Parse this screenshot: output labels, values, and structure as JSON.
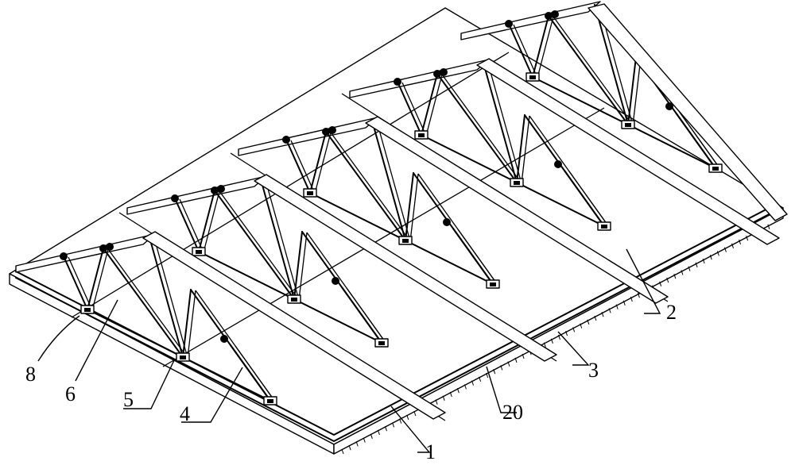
{
  "figure": {
    "labels": [
      {
        "id": "label-8",
        "text": "8"
      },
      {
        "id": "label-6",
        "text": "6"
      },
      {
        "id": "label-5",
        "text": "5"
      },
      {
        "id": "label-4",
        "text": "4"
      },
      {
        "id": "label-1",
        "text": "1"
      },
      {
        "id": "label-20",
        "text": "20"
      },
      {
        "id": "label-3",
        "text": "3"
      },
      {
        "id": "label-2",
        "text": "2"
      }
    ]
  }
}
